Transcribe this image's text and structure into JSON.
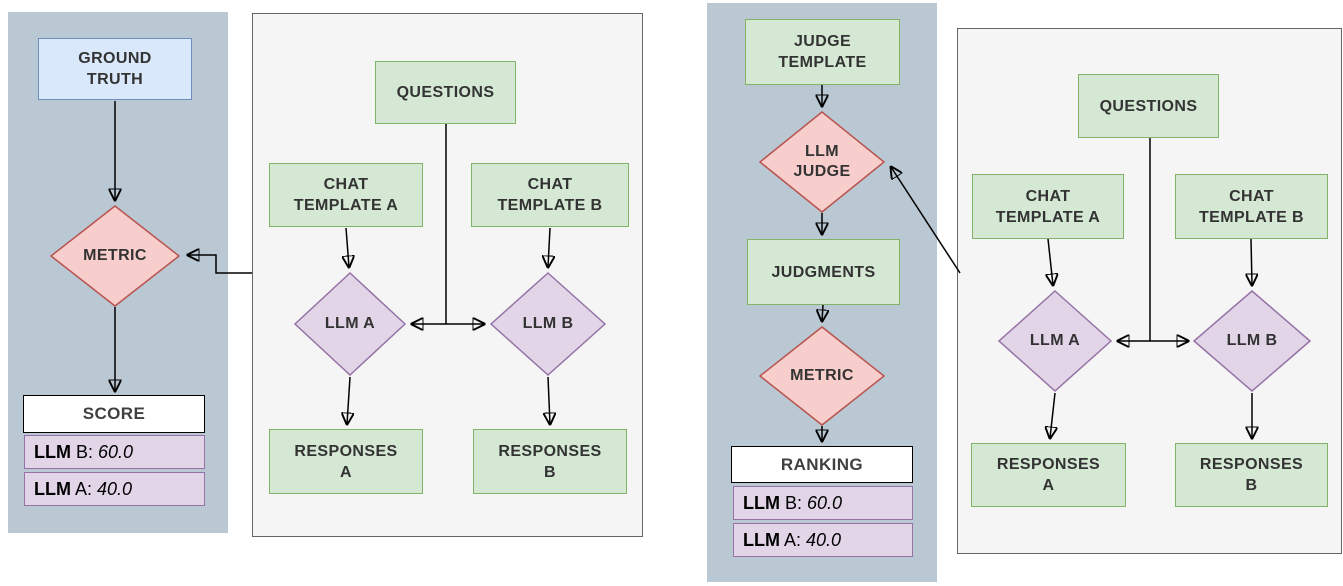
{
  "colors": {
    "panel_blue_gray": "#bac8d3",
    "panel_light_gray": "#f5f5f5",
    "panel_border": "#666666",
    "green_fill": "#d5e8d4",
    "green_border": "#82b366",
    "blue_fill": "#dae8fc",
    "blue_border": "#6c8ebf",
    "red_fill": "#f8cecc",
    "red_border": "#b85450",
    "purple_fill": "#e1d5e7",
    "purple_border": "#9673a6",
    "label_text": "#333333",
    "connector": "#000000"
  },
  "left_diagram": {
    "ground_truth": {
      "lines": [
        "GROUND",
        "TRUTH"
      ]
    },
    "metric": {
      "label": "METRIC"
    },
    "score_table": {
      "header": "SCORE",
      "rows": [
        {
          "prefix": "LLM",
          "name": " B: ",
          "value": "60.0"
        },
        {
          "prefix": "LLM",
          "name": " A: ",
          "value": "40.0"
        }
      ]
    },
    "questions": {
      "label": "QUESTIONS"
    },
    "chat_template_a": {
      "lines": [
        "CHAT",
        "TEMPLATE A"
      ]
    },
    "chat_template_b": {
      "lines": [
        "CHAT",
        "TEMPLATE B"
      ]
    },
    "llm_a": {
      "label": "LLM A"
    },
    "llm_b": {
      "label": "LLM B"
    },
    "responses_a": {
      "lines": [
        "RESPONSES",
        "A"
      ]
    },
    "responses_b": {
      "lines": [
        "RESPONSES",
        "B"
      ]
    }
  },
  "right_diagram": {
    "judge_template": {
      "lines": [
        "JUDGE",
        "TEMPLATE"
      ]
    },
    "llm_judge": {
      "lines": [
        "LLM",
        "JUDGE"
      ]
    },
    "judgments": {
      "label": "JUDGMENTS"
    },
    "metric": {
      "label": "METRIC"
    },
    "ranking_table": {
      "header": "RANKING",
      "rows": [
        {
          "prefix": "LLM",
          "name": " B: ",
          "value": "60.0"
        },
        {
          "prefix": "LLM",
          "name": " A: ",
          "value": "40.0"
        }
      ]
    },
    "questions": {
      "label": "QUESTIONS"
    },
    "chat_template_a": {
      "lines": [
        "CHAT",
        "TEMPLATE A"
      ]
    },
    "chat_template_b": {
      "lines": [
        "CHAT",
        "TEMPLATE B"
      ]
    },
    "llm_a": {
      "label": "LLM A"
    },
    "llm_b": {
      "label": "LLM B"
    },
    "responses_a": {
      "lines": [
        "RESPONSES",
        "A"
      ]
    },
    "responses_b": {
      "lines": [
        "RESPONSES",
        "B"
      ]
    }
  }
}
